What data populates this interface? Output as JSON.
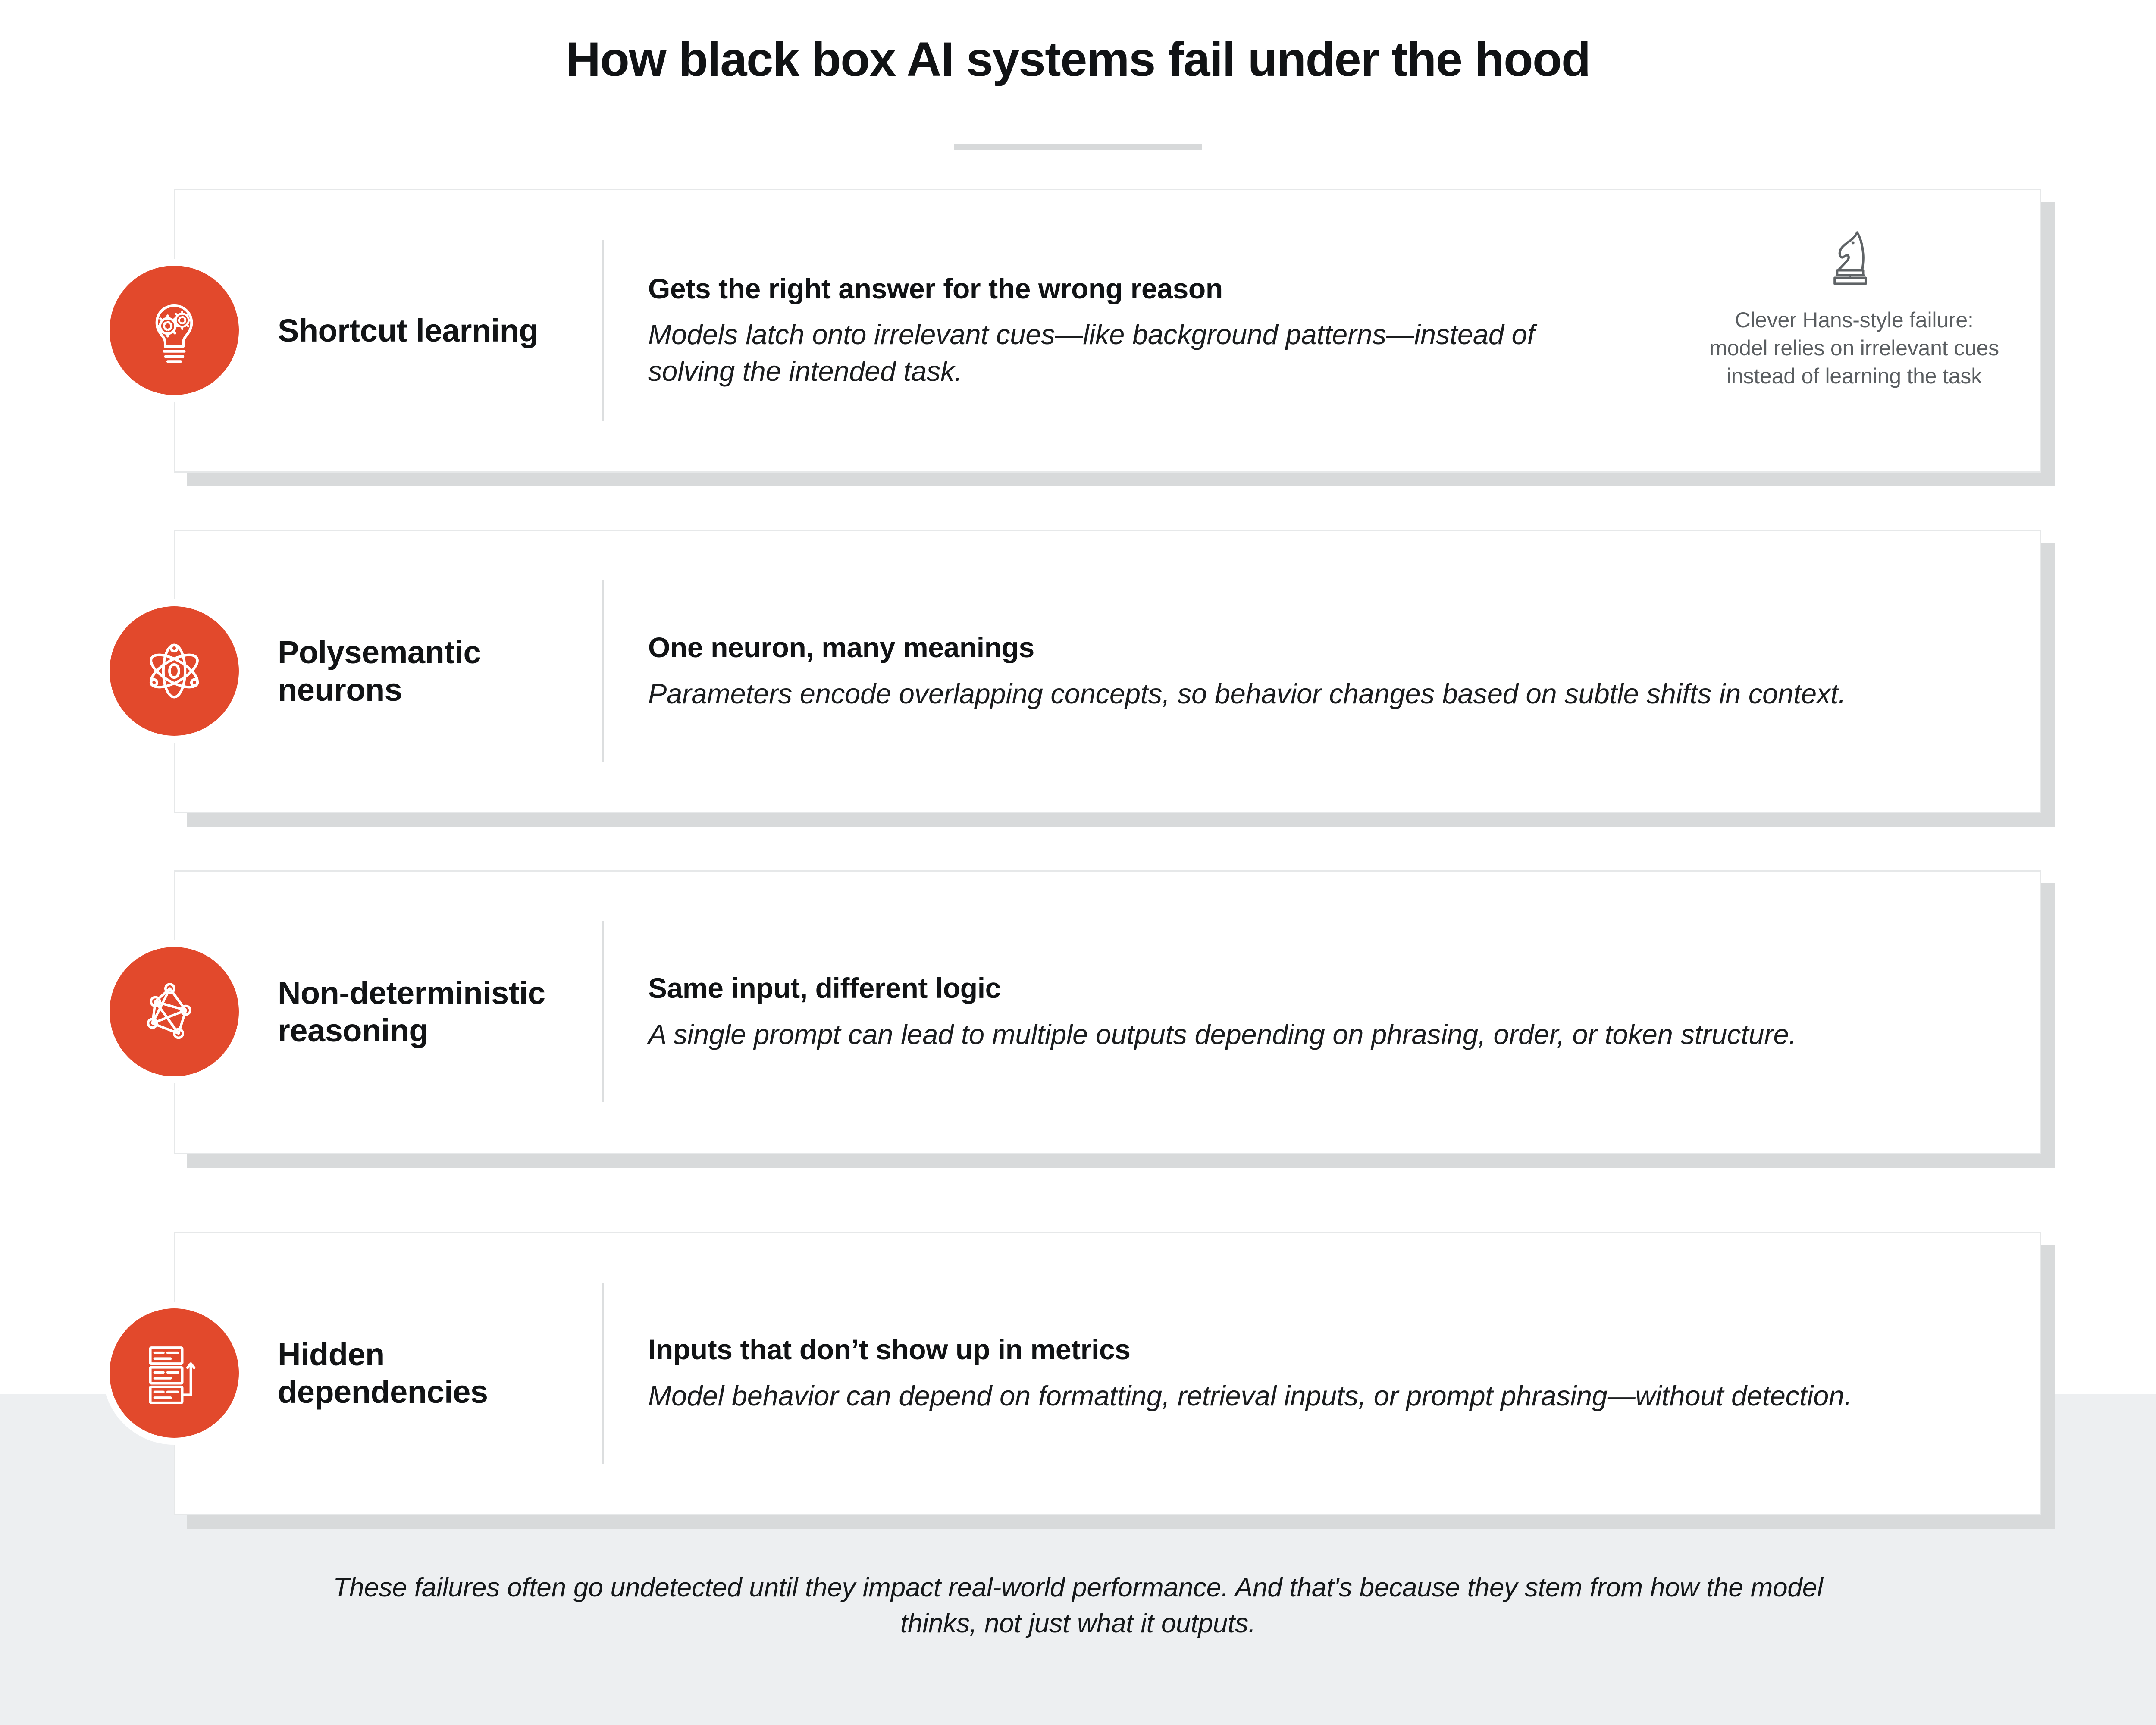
{
  "page": {
    "title": "How black box AI systems fail under the hood",
    "background_color": "#FFFFFF",
    "band_color": "#EDEFF1",
    "accent_color": "#E2492C",
    "divider_color": "#D7D9DA"
  },
  "cards": [
    {
      "label": "Shortcut learning",
      "icon": "lightbulb-gears-icon",
      "heading": "Gets the right answer for the wrong reason",
      "text": "Models latch onto irrelevant cues—like background patterns—instead of solving the intended task.",
      "annotation": {
        "icon": "chess-knight-icon",
        "text": "Clever Hans-style failure: model relies on irrelevant cues instead of learning the task"
      }
    },
    {
      "label": "Polysemantic neurons",
      "icon": "atom-icon",
      "heading": "One neuron, many meanings",
      "text": "Parameters encode overlapping concepts, so behavior changes based on subtle shifts in context."
    },
    {
      "label": "Non-deterministic reasoning",
      "icon": "network-graph-icon",
      "heading": "Same input, different logic",
      "text": "A single prompt can lead to multiple outputs depending on phrasing, order, or token structure."
    },
    {
      "label": "Hidden dependencies",
      "icon": "stacked-records-icon",
      "heading": "Inputs that don’t show up in metrics",
      "text": "Model behavior can depend on formatting, retrieval inputs, or prompt phrasing—without detection."
    }
  ],
  "footer": {
    "caption": "These failures often go undetected until they impact real-world performance. And that's because they stem from how the model thinks, not just what it outputs."
  }
}
